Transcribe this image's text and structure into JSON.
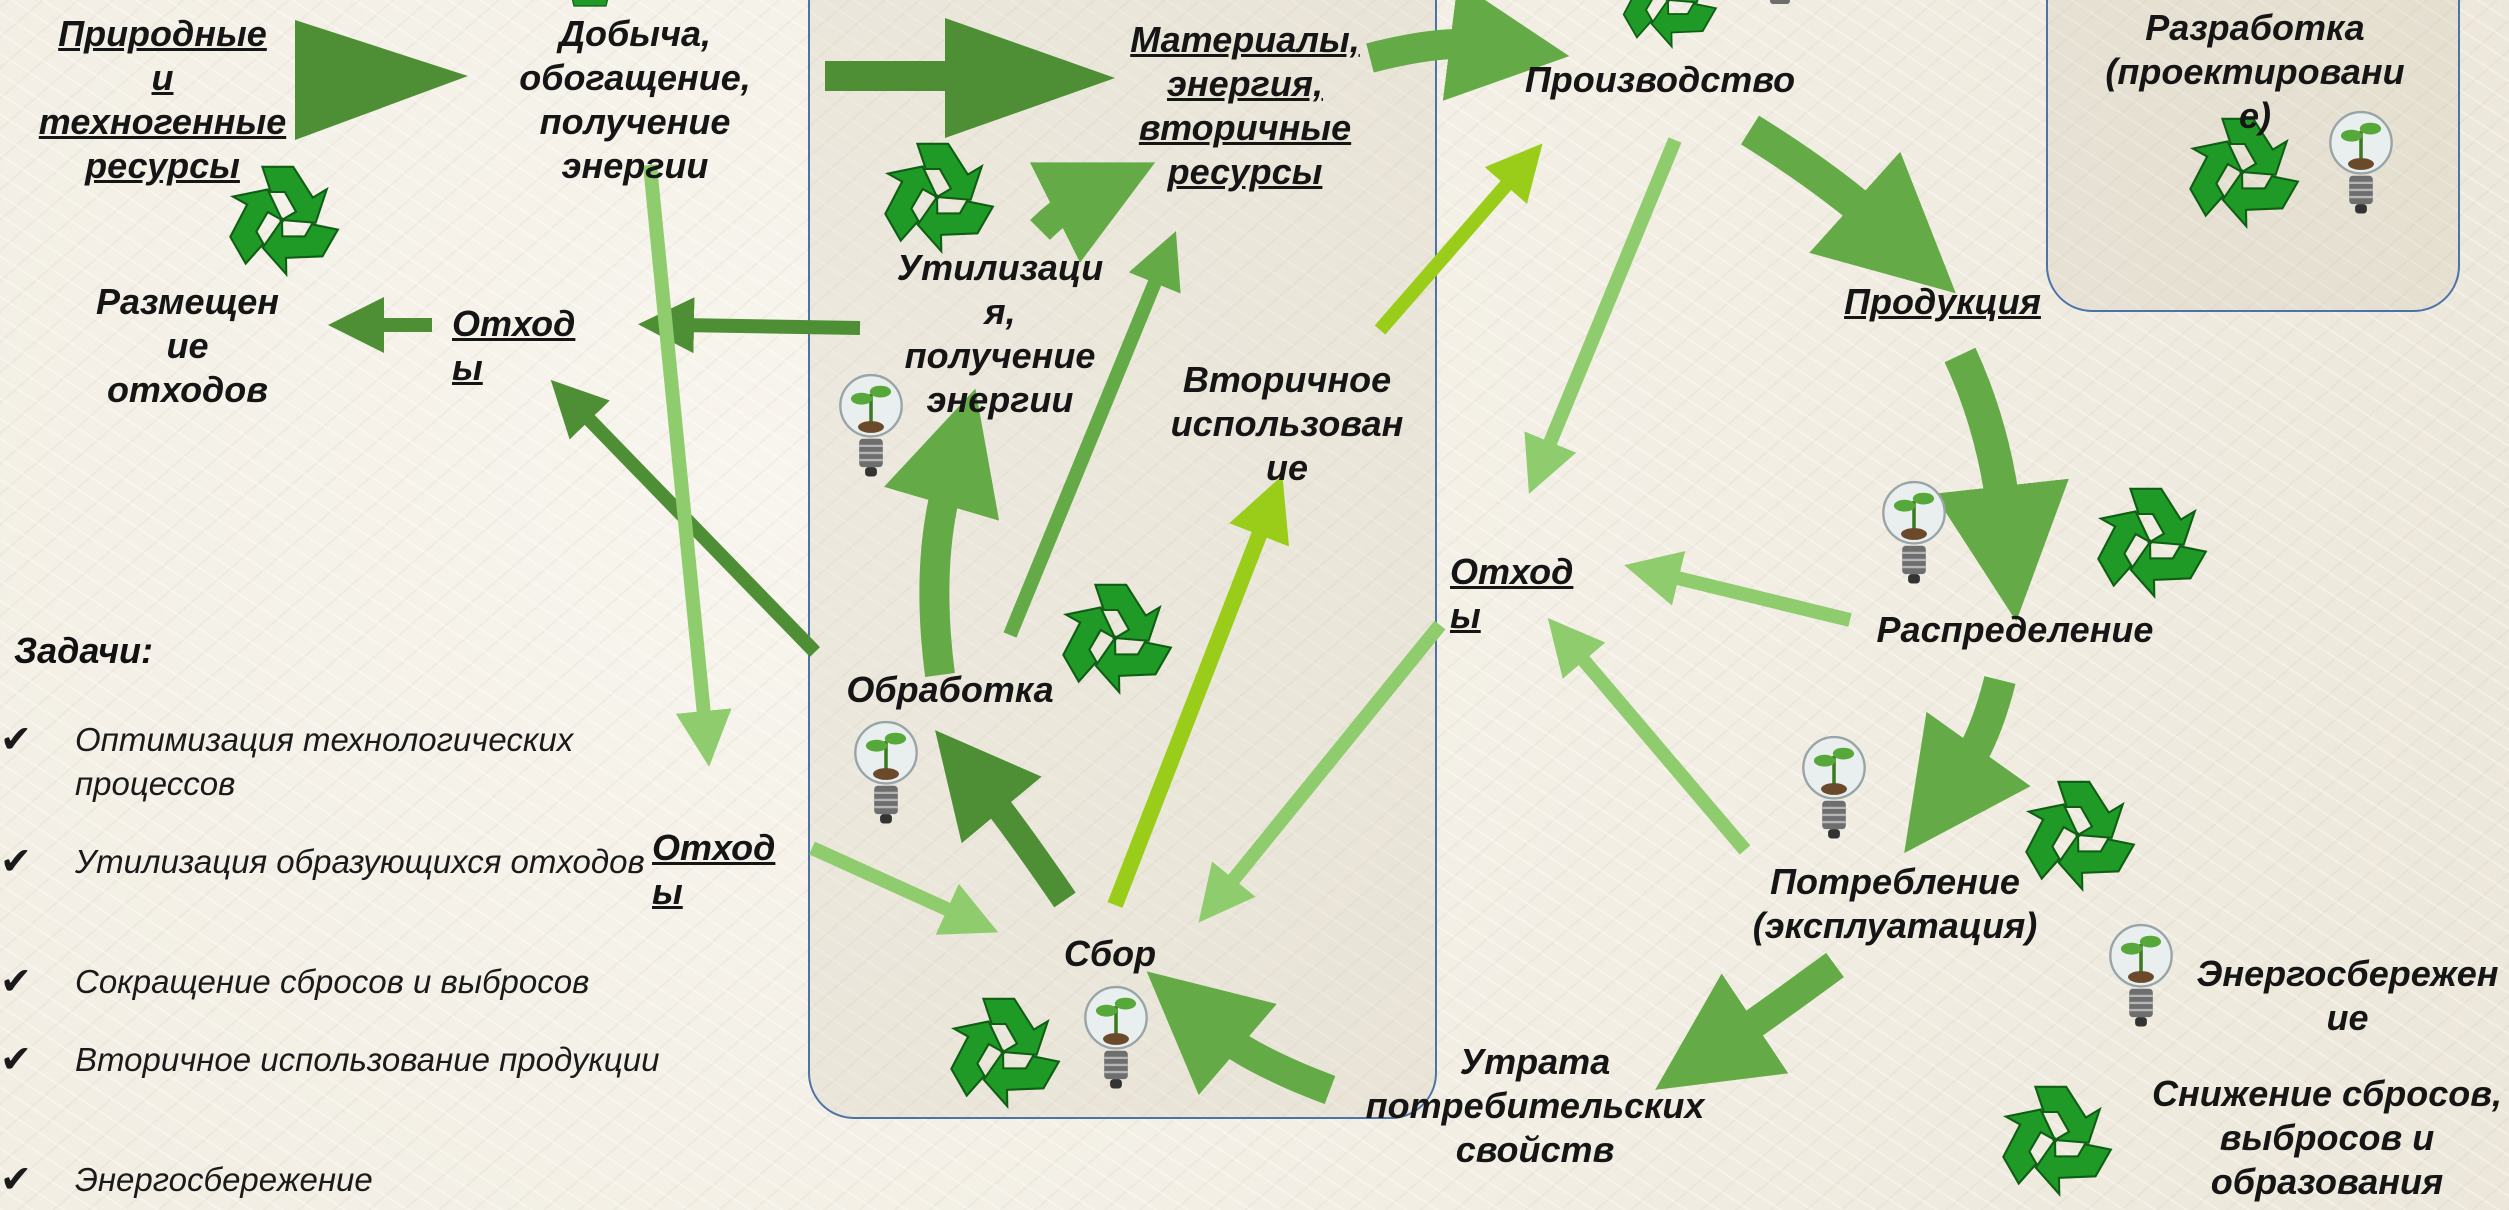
{
  "nodes": {
    "resources": "Природные\nи\nтехногенные\nресурсы",
    "extraction": "Добыча,\nобогащение,\nполучение\nэнергии",
    "materials": "Материалы,\nэнергия,\nвторичные\nресурсы",
    "production": "Производство",
    "design": "Разработка\n(проектировани\nе)",
    "placement": "Размещен\nие\nотходов",
    "waste_left": "Отход\nы",
    "utilization": "Утилизаци\nя,\nполучение\nэнергии",
    "secondary_use": "Вторичное\nиспользован\nие",
    "product": "Продукция",
    "waste_mid": "Отход\nы",
    "distribution": "Распределение",
    "processing": "Обработка",
    "consumption": "Потребление\n(эксплуатация)",
    "waste_low": "Отход\nы",
    "collection": "Сбор",
    "loss": "Утрата\nпотребительских\nсвойств"
  },
  "legend": {
    "energy_saving": "Энергосбережен\nие",
    "emission_reduction": "Снижение сбросов,\nвыбросов и\nобразования"
  },
  "tasks": {
    "title": "Задачи:",
    "items": [
      "Оптимизация технологических процессов",
      "Утилизация образующихся отходов",
      "Сокращение сбросов и выбросов",
      "Вторичное использование продукции",
      "Энергосбережение"
    ]
  },
  "colors": {
    "dark_green": "#4e8f35",
    "mid_green": "#64aa46",
    "light_green": "#8fcc6e",
    "lime": "#9acd1a",
    "recycle": "#1f9a26",
    "box_border": "#4d72a8"
  },
  "icons": [
    "recycle-icon",
    "lightbulb-plant-icon"
  ]
}
